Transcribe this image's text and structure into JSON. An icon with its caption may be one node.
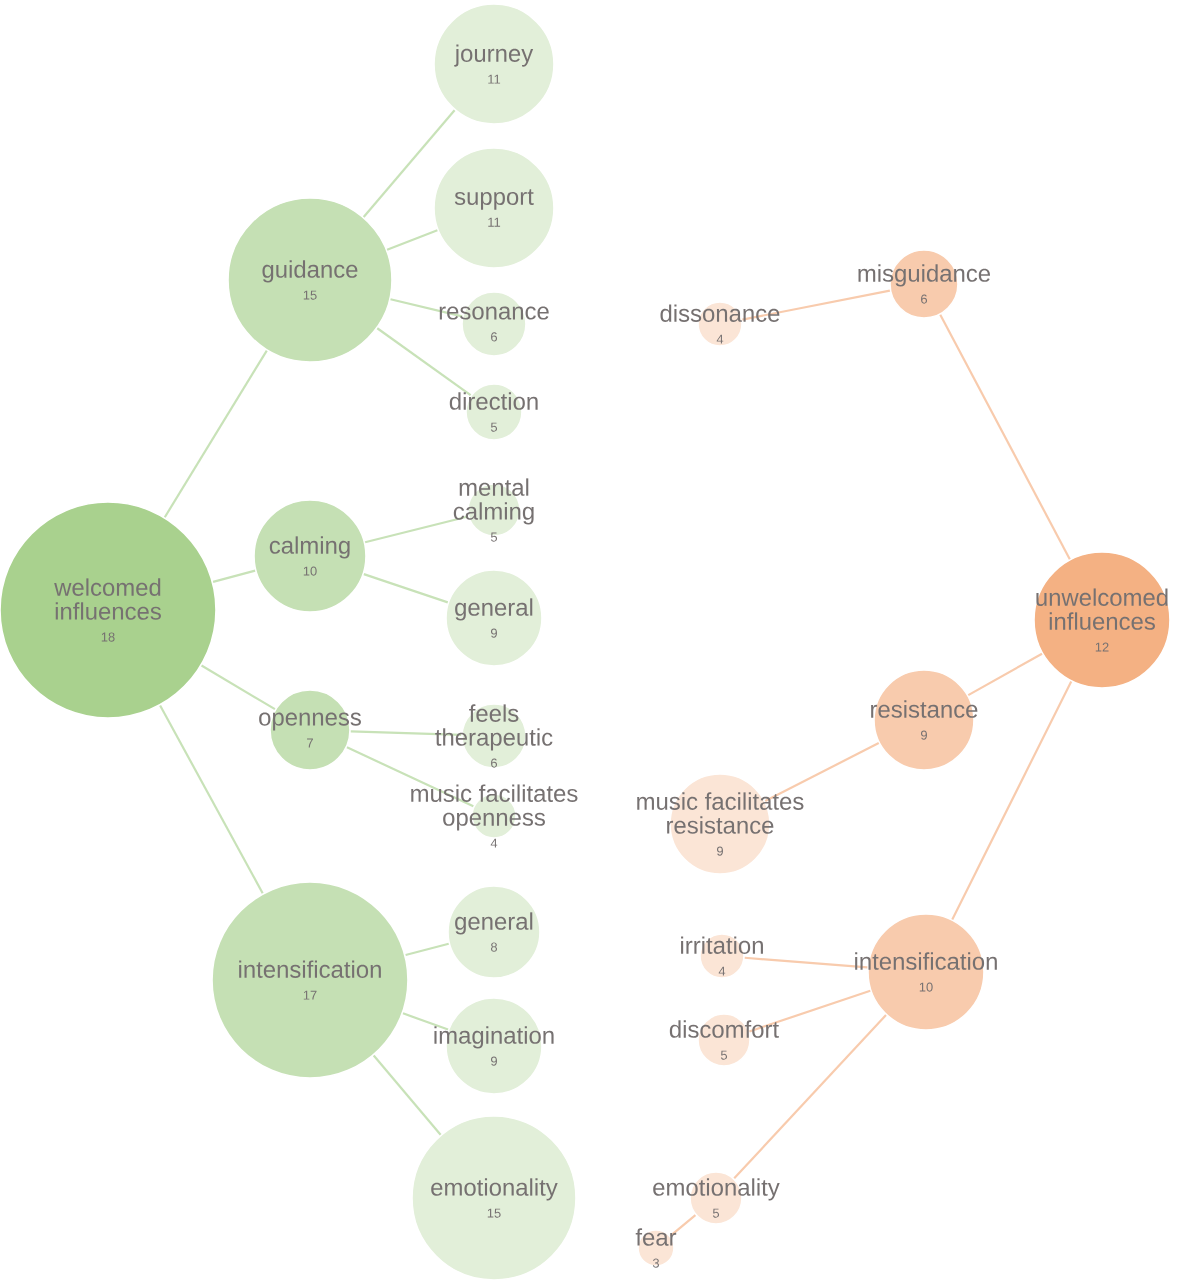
{
  "diagram": {
    "nodes": [
      {
        "text": [
          "welcomed influences",
          "18"
        ]
      },
      {
        "text": [
          "guidance",
          "15"
        ]
      },
      {
        "text": [
          "journey",
          "11"
        ]
      },
      {
        "text": [
          "support",
          "11"
        ]
      },
      {
        "text": [
          "resonance",
          "6"
        ]
      },
      {
        "text": [
          "direction",
          "5"
        ]
      },
      {
        "text": [
          "calming",
          "10"
        ]
      },
      {
        "text": [
          "mental calming",
          "5"
        ]
      },
      {
        "text": [
          "general",
          "9"
        ]
      },
      {
        "text": [
          "openness",
          "7"
        ]
      },
      {
        "text": [
          "feels therapeutic",
          "6"
        ]
      },
      {
        "text": [
          "music facilitates openness",
          "4"
        ]
      },
      {
        "text": [
          "intensification",
          "17"
        ]
      },
      {
        "text": [
          "general",
          "8"
        ]
      },
      {
        "text": [
          "imagination",
          "9"
        ]
      },
      {
        "text": [
          "emotionality",
          "15"
        ]
      },
      {
        "text": [
          "unwelcomed influences",
          "12"
        ]
      },
      {
        "text": [
          "misguidance",
          "6"
        ]
      },
      {
        "text": [
          "dissonance",
          "4"
        ]
      },
      {
        "text": [
          "resistance",
          "9"
        ]
      },
      {
        "text": [
          "music facilitates resistance",
          "9"
        ]
      },
      {
        "text": [
          "intensification",
          "10"
        ]
      },
      {
        "text": [
          "irritation",
          "4"
        ]
      },
      {
        "text": [
          "discomfort",
          "5"
        ]
      },
      {
        "text": [
          "emotionality",
          "5"
        ]
      },
      {
        "text": [
          "fear",
          "3"
        ]
      }
    ],
    "edges": [
      {
        "from": 0,
        "to": 1,
        "arrow": "none"
      },
      {
        "from": 0,
        "to": 6,
        "arrow": "none"
      },
      {
        "from": 0,
        "to": 9,
        "arrow": "none"
      },
      {
        "from": 0,
        "to": 12,
        "arrow": "none"
      },
      {
        "from": 1,
        "to": 2,
        "arrow": "none"
      },
      {
        "from": 1,
        "to": 3,
        "arrow": "none"
      },
      {
        "from": 1,
        "to": 4,
        "arrow": "none"
      },
      {
        "from": 1,
        "to": 5,
        "arrow": "none"
      },
      {
        "from": 6,
        "to": 7,
        "arrow": "none"
      },
      {
        "from": 6,
        "to": 8,
        "arrow": "none"
      },
      {
        "from": 9,
        "to": 10,
        "arrow": "none"
      },
      {
        "from": 9,
        "to": 11,
        "arrow": "none"
      },
      {
        "from": 12,
        "to": 13,
        "arrow": "none"
      },
      {
        "from": 12,
        "to": 14,
        "arrow": "none"
      },
      {
        "from": 12,
        "to": 15,
        "arrow": "none"
      },
      {
        "from": 16,
        "to": 17,
        "arrow": "none",
        "color": "#f8cbad"
      },
      {
        "from": 16,
        "to": 19,
        "arrow": "none",
        "color": "#f8cbad"
      },
      {
        "from": 16,
        "to": 21,
        "arrow": "none",
        "color": "#f8cbad"
      },
      {
        "from": 17,
        "to": 18,
        "arrow": "none",
        "color": "#f8cbad"
      },
      {
        "from": 19,
        "to": 20,
        "arrow": "none",
        "color": "#f8cbad"
      },
      {
        "from": 21,
        "to": 22,
        "arrow": "none",
        "color": "#f8cbad"
      },
      {
        "from": 21,
        "to": 23,
        "arrow": "none",
        "color": "#f8cbad"
      },
      {
        "from": 21,
        "to": 24,
        "arrow": "none",
        "color": "#f8cbad"
      },
      {
        "from": 24,
        "to": 25,
        "arrow": "none",
        "color": "#f8cbad"
      }
    ]
  }
}
